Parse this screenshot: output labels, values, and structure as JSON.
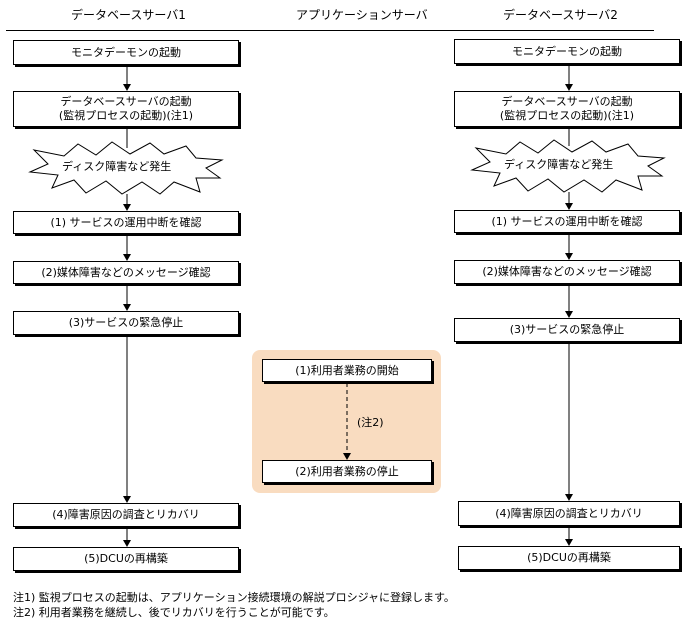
{
  "headers": {
    "db1": "データベースサーバ1",
    "app": "アプリケーションサーバ",
    "db2": "データベースサーバ2"
  },
  "db1": {
    "monitor": "モニタデーモンの起動",
    "start_l1": "データベースサーバの起動",
    "start_l2": "(監視プロセスの起動)(注1)",
    "failure": "ディスク障害など発生",
    "step1": "(1) サービスの運用中断を確認",
    "step2": "(2)媒体障害などのメッセージ確認",
    "step3": "(3)サービスの緊急停止",
    "step4": "(4)障害原因の調査とリカバリ",
    "step5": "(5)DCUの再構築"
  },
  "app": {
    "step1": "(1)利用者業務の開始",
    "note_ref": "(注2)",
    "step2": "(2)利用者業務の停止"
  },
  "db2": {
    "monitor": "モニタデーモンの起動",
    "start_l1": "データベースサーバの起動",
    "start_l2": "(監視プロセスの起動)(注1)",
    "failure": "ディスク障害など発生",
    "step1": "(1) サービスの運用中断を確認",
    "step2": "(2)媒体障害などのメッセージ確認",
    "step3": "(3)サービスの緊急停止",
    "step4": "(4)障害原因の調査とリカバリ",
    "step5": "(5)DCUの再構築"
  },
  "notes": {
    "n1": "注1) 監視プロセスの起動は、アプリケーション接続環境の解説プロシジャに登録します。",
    "n2": "注2) 利用者業務を継続し、後でリカバリを行うことが可能です。"
  },
  "colors": {
    "panel": "#f9dcc0",
    "line": "#000000"
  }
}
